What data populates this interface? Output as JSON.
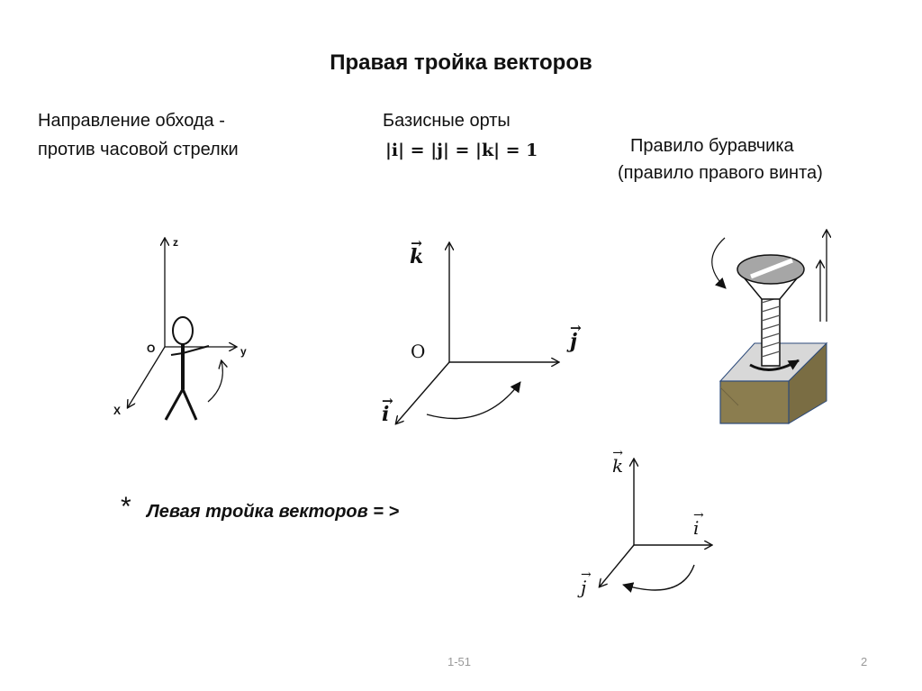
{
  "title": "Правая  тройка векторов",
  "left_text": {
    "line1": "Направление обхода   -",
    "line2": "против часовой стрелки"
  },
  "middle_text": {
    "heading": "Базисные орты",
    "formula": "|i| = |j| = |k| = 1"
  },
  "right_text": {
    "line1": "Правило буравчика",
    "line2": "(правило правого винта)"
  },
  "figure1": {
    "z": "z",
    "o": "O",
    "y": "y",
    "x": "X"
  },
  "figure2": {
    "k": "k",
    "o": "O",
    "j": "j",
    "i": "i"
  },
  "figure3": {
    "colors": {
      "block_front": "#8b7d4f",
      "block_top": "#d8d8d8",
      "screw_head": "#a6a6a6",
      "outline": "#2c4a7a"
    }
  },
  "left_triple": {
    "asterisk": "*",
    "text": "Левая  тройка векторов   = >",
    "k": "k",
    "i": "i",
    "j": "j"
  },
  "footer": {
    "center": "1-51",
    "page": "2"
  }
}
